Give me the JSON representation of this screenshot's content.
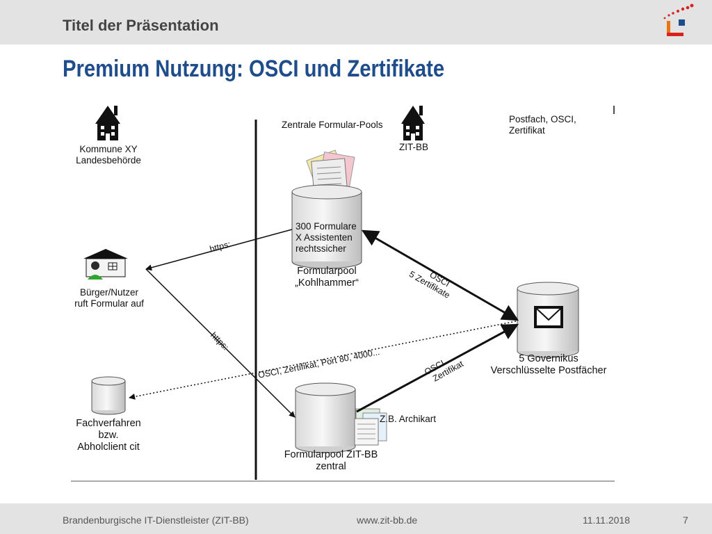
{
  "header": {
    "presentation_title": "Titel der Präsentation"
  },
  "slide": {
    "title": "Premium Nutzung: OSCI und Zertifikate"
  },
  "diagram": {
    "kommune": {
      "line1": "Kommune XY",
      "line2": "Landesbehörde"
    },
    "zentrale_pools": "Zentrale Formular-Pools",
    "zit_bb_top": "ZIT-BB",
    "postfach_note": {
      "line1": "Postfach, OSCI,",
      "line2": "Zertifikat"
    },
    "kohlhammer_db": {
      "line1": "300 Formulare",
      "line2": "X Assistenten",
      "line3": "rechtssicher"
    },
    "kohlhammer_caption": {
      "line1": "Formularpool",
      "line2": "„Kohlhammer“"
    },
    "buerger": {
      "line1": "Bürger/Nutzer",
      "line2": "ruft Formular auf"
    },
    "governikus": {
      "line1": "5 Governikus",
      "line2": "Verschlüsselte Postfächer"
    },
    "fachverfahren": {
      "line1": "Fachverfahren",
      "line2": "bzw.",
      "line3": "Abholclient cit"
    },
    "zentral_caption": {
      "line1": "Formularpool ZIT-BB",
      "line2": "zentral"
    },
    "archikart": "Z.B. Archikart",
    "edge_https_top": "https:",
    "edge_https_bottom": "https:",
    "edge_osci_top": {
      "line1": "OSCI",
      "line2": "5 Zertifikate"
    },
    "edge_osci_bottom": {
      "line1": "OSCI",
      "line2": "Zertifikat"
    },
    "edge_dotted": "OSCI, Zertifikat, Port 80, 4000..."
  },
  "footer": {
    "org": "Brandenburgische IT-Dienstleister (ZIT-BB)",
    "url": "www.zit-bb.de",
    "date": "11.11.2018",
    "page": "7"
  }
}
